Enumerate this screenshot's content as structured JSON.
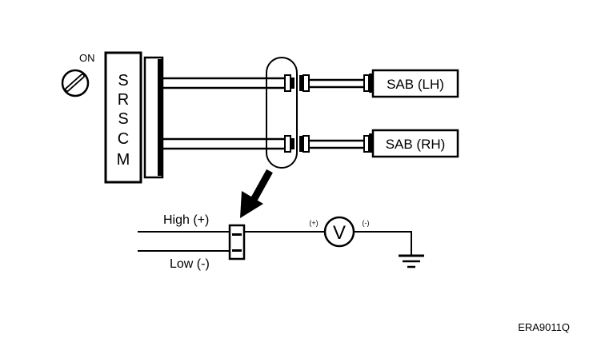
{
  "diagram": {
    "ignition_label": "ON",
    "module_letters": [
      "S",
      "R",
      "S",
      "C",
      "M"
    ],
    "sab_lh_label": "SAB (LH)",
    "sab_rh_label": "SAB (RH)",
    "high_label": "High (+)",
    "low_label": "Low (-)",
    "meter_symbol": "V",
    "meter_plus": "(+)",
    "meter_minus": "(-)",
    "figure_id": "ERA9011Q"
  }
}
